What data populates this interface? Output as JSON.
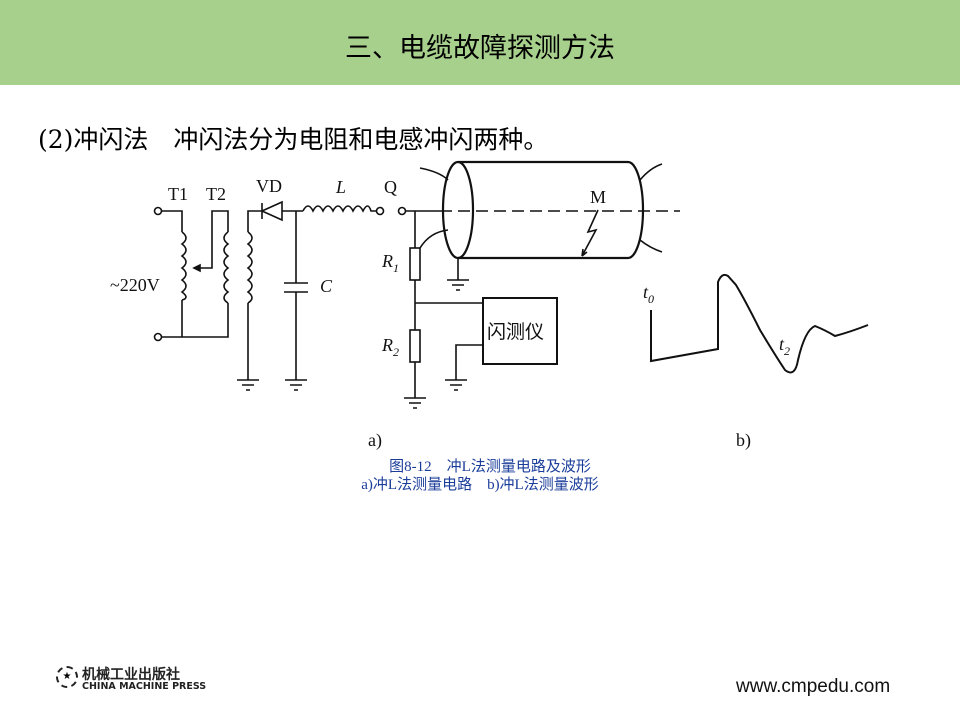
{
  "header": {
    "title": "三、电缆故障探测方法"
  },
  "subtitle": "(2)冲闪法　冲闪法分为电阻和电感冲闪两种。",
  "diagram": {
    "labels": {
      "t1": "T1",
      "t2": "T2",
      "vd": "VD",
      "l": "L",
      "q": "Q",
      "v": "~220V",
      "r1": "R",
      "r1_sub": "1",
      "r2": "R",
      "r2_sub": "2",
      "c": "C",
      "m": "M",
      "device": "闪测仪",
      "t0": "t",
      "t0_sub": "0",
      "tt2": "t",
      "tt2_sub": "2",
      "a": "a)",
      "b": "b)"
    }
  },
  "caption": {
    "line1": "图8-12　冲L法测量电路及波形",
    "line2": "a)冲L法测量电路　b)冲L法测量波形"
  },
  "footer": {
    "logo_cn": "机械工业出版社",
    "logo_en": "CHINA MACHINE PRESS",
    "url": "www.cmpedu.com"
  }
}
